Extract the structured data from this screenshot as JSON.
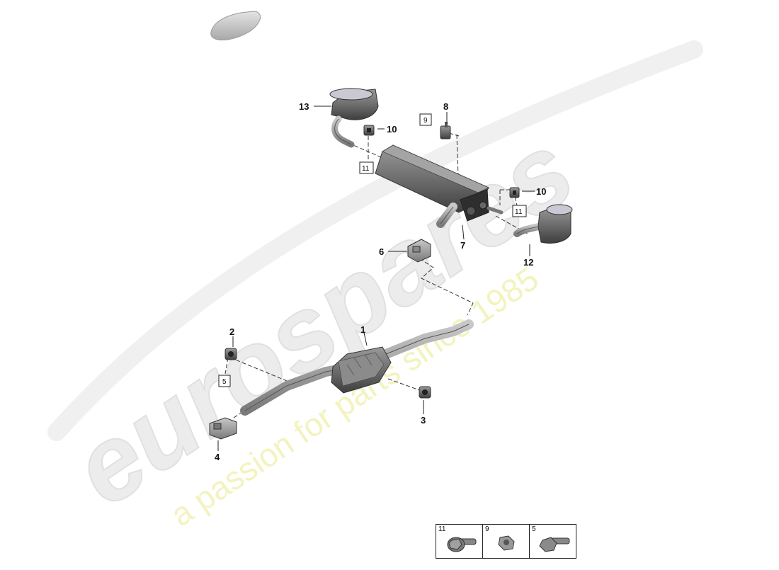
{
  "watermark": {
    "logo_text": "eurospares",
    "tagline": "a passion for parts since 1985"
  },
  "callouts": {
    "p1": "1",
    "p2": "2",
    "p3": "3",
    "p4": "4",
    "p6": "6",
    "p7": "7",
    "p8": "8",
    "p10a": "10",
    "p10b": "10",
    "p12": "12",
    "p13": "13"
  },
  "refs": {
    "r9": "9",
    "r11a": "11",
    "r11b": "11",
    "r5": "5"
  },
  "legend": [
    {
      "number": "11",
      "icon": "flange-bolt-icon"
    },
    {
      "number": "9",
      "icon": "hex-nut-icon"
    },
    {
      "number": "5",
      "icon": "hex-bolt-icon"
    }
  ]
}
